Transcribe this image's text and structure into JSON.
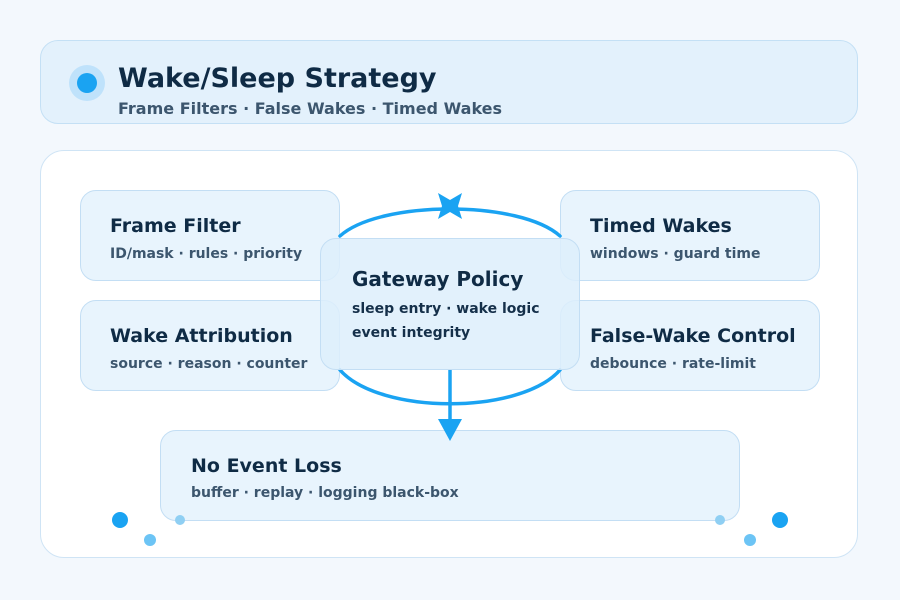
{
  "header": {
    "title": "Wake/Sleep Strategy",
    "subtitle": "Frame Filters · False Wakes · Timed Wakes"
  },
  "cards": {
    "frame_filter": {
      "title": "Frame Filter",
      "sub": "ID/mask · rules · priority"
    },
    "timed_wakes": {
      "title": "Timed Wakes",
      "sub": "windows · guard time"
    },
    "wake_attribution": {
      "title": "Wake Attribution",
      "sub": "source · reason · counter"
    },
    "false_wake_control": {
      "title": "False-Wake Control",
      "sub": "debounce · rate-limit"
    },
    "no_event_loss": {
      "title": "No Event Loss",
      "sub": "buffer · replay · logging black-box"
    }
  },
  "center": {
    "title": "Gateway Policy",
    "line1": "sleep entry · wake logic",
    "line2": "event integrity"
  },
  "colors": {
    "accent": "#1aa3f2",
    "accent_light": "#6cc4f5",
    "card_fill": "#e0f0fc",
    "card_border": "#c3def4",
    "text_dark": "#0f2b45",
    "text_muted": "#3c566e"
  },
  "icons": {
    "header": "status-dot-icon",
    "loop_top": "bowtie-marker-icon",
    "loop_bottom": "arrow-down-icon"
  }
}
